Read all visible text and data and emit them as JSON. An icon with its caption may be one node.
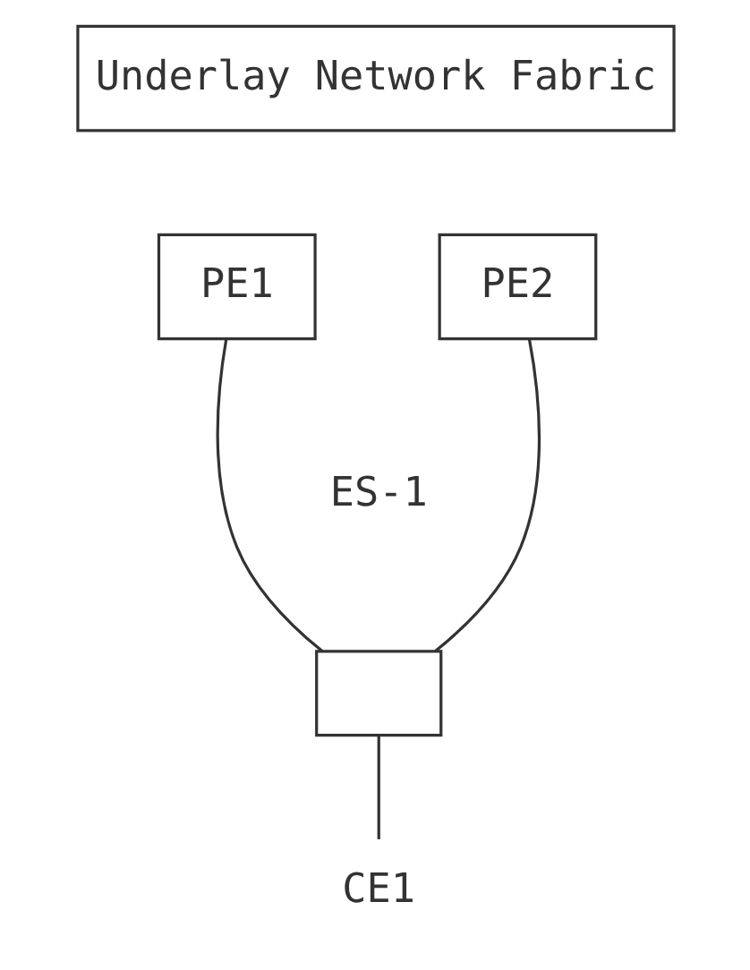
{
  "diagram": {
    "nodes": [
      {
        "text": [
          "Underlay Network Fabric"
        ]
      },
      {
        "text": [
          "PE1"
        ]
      },
      {
        "text": [
          "PE2"
        ]
      },
      {
        "text": [],
        "shape": "box"
      },
      {
        "text": [
          "CE1"
        ]
      }
    ],
    "edges": [
      {
        "from": 1,
        "to": 3,
        "arrow": "none"
      },
      {
        "from": 2,
        "to": 3,
        "arrow": "none"
      },
      {
        "from": 3,
        "to": 4,
        "arrow": "none"
      }
    ],
    "labels": [
      "ES-1"
    ]
  }
}
